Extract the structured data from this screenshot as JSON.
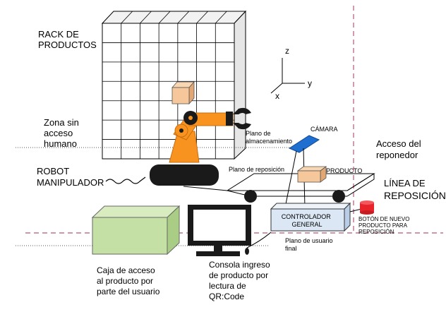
{
  "labels": {
    "rack": [
      "RACK DE",
      "PRODUCTOS"
    ],
    "zona": [
      "Zona sin",
      "acceso",
      "humano"
    ],
    "robot": [
      "ROBOT",
      "MANIPULADOR"
    ],
    "plano_almacenamiento": [
      "Plano de",
      "almacenamiento"
    ],
    "camara": "CÁMARA",
    "acceso_reponedor": [
      "Acceso del",
      "reponedor"
    ],
    "plano_reposicion": "Plano de reposición",
    "producto": "PRODUCTO",
    "linea_reposicion": [
      "LÍNEA DE",
      "REPOSICIÓN"
    ],
    "controlador": [
      "CONTROLADOR",
      "GENERAL"
    ],
    "boton": [
      "BOTÓN DE NUEVO",
      "PRODUCTO PARA",
      "REPOSICIÓN"
    ],
    "plano_usuario": [
      "Plano de usuario",
      "final"
    ],
    "caja": [
      "Caja de acceso",
      "al producto por",
      "parte del usuario"
    ],
    "consola": [
      "Consola ingreso",
      "de producto por",
      "lectura de",
      "QR:Code"
    ],
    "axis_z": "z",
    "axis_y": "y",
    "axis_x": "x"
  },
  "colors": {
    "rack_face": "#ffffff",
    "rack_side": "#e6e6e6",
    "robot_orange": "#f7931e",
    "robot_dark": "#1a1a1a",
    "box_brown": "#f6c79a",
    "camera_blue": "#1f6fd1",
    "controller_fill": "#dbe7f4",
    "green_box": "#c5e0a5",
    "button_red": "#e8232a",
    "dashed_pink": "#b5577d"
  }
}
